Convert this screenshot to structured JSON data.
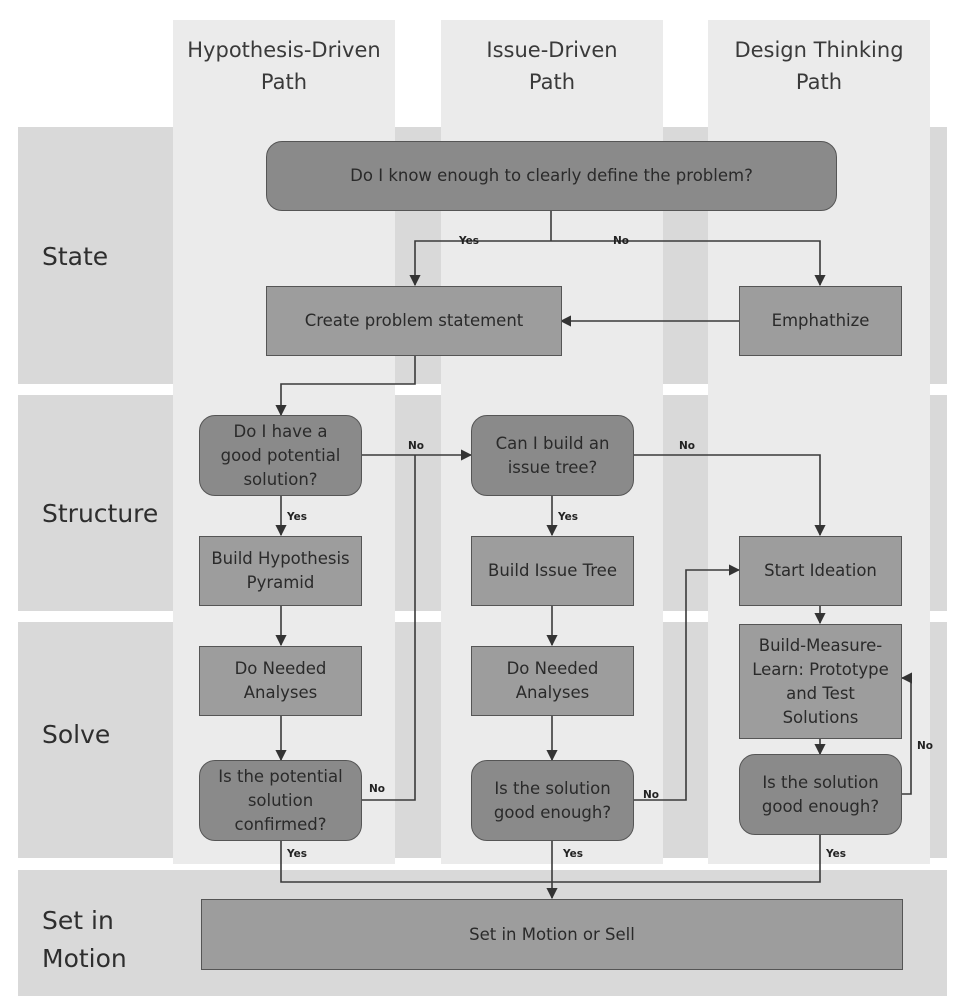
{
  "columns": {
    "hypothesis": "Hypothesis-Driven Path",
    "issue": "Issue-Driven Path",
    "design": "Design Thinking Path"
  },
  "rows": {
    "state": "State",
    "structure": "Structure",
    "solve": "Solve",
    "set_in_motion": "Set in Motion"
  },
  "nodes": {
    "know_enough": "Do I know enough to clearly define the problem?",
    "create_statement": "Create problem statement",
    "emphathize": "Emphathize",
    "good_solution": "Do I have a good potential solution?",
    "issue_tree_q": "Can I build an issue tree?",
    "build_pyramid": "Build Hypothesis Pyramid",
    "build_issue_tree": "Build Issue Tree",
    "start_ideation": "Start Ideation",
    "analyses_h": "Do Needed Analyses",
    "analyses_i": "Do Needed Analyses",
    "bml": "Build-Measure-Learn: Prototype and Test Solutions",
    "confirmed_q": "Is the potential solution confirmed?",
    "good_enough_i": "Is the solution good enough?",
    "good_enough_d": "Is the solution good enough?",
    "set_in_motion": "Set in Motion or Sell"
  },
  "edge_labels": {
    "yes": "Yes",
    "no": "No"
  }
}
